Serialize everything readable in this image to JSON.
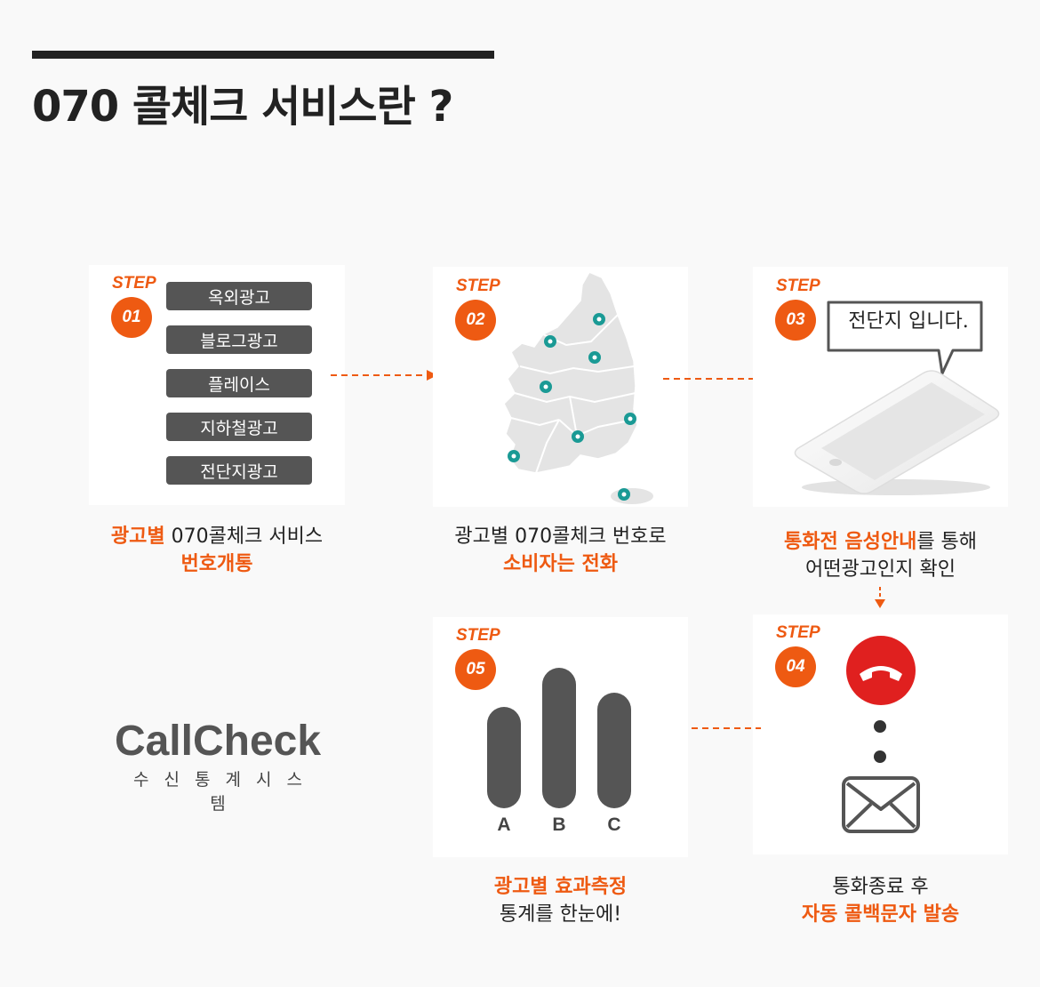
{
  "title": "070 콜체크 서비스란 ?",
  "step_label": "STEP",
  "steps": [
    {
      "num": "01",
      "caption_hl": "광고별",
      "caption_rest": " 070콜체크 서비스",
      "caption_line2": "번호개통"
    },
    {
      "num": "02",
      "caption_line1": "광고별 070콜체크 번호로",
      "caption_line2": "소비자는 전화"
    },
    {
      "num": "03",
      "caption_hl": "통화전 음성안내",
      "caption_rest": "를 통해",
      "caption_line2": "어떤광고인지 확인",
      "speech": "전단지 입니다."
    },
    {
      "num": "04",
      "caption_line1": "통화종료 후",
      "caption_line2": "자동 콜백문자 발송"
    },
    {
      "num": "05",
      "caption_line1": "광고별 효과측정",
      "caption_line2": "통계를 한눈에!"
    }
  ],
  "ad_types": [
    "옥외광고",
    "블로그광고",
    "플레이스",
    "지하철광고",
    "전단지광고"
  ],
  "chart_data": {
    "type": "bar",
    "categories": [
      "A",
      "B",
      "C"
    ],
    "values": [
      0.72,
      1.0,
      0.82
    ]
  },
  "brand": {
    "name": "CallCheck",
    "subtitle": "수신통계시스템"
  },
  "colors": {
    "accent": "#ee5a12",
    "dark": "#555555",
    "red": "#e0201f",
    "teal": "#1a9a95"
  },
  "icons": [
    "arrow-right-icon",
    "arrow-down-icon",
    "arrow-left-icon",
    "phone-hangup-icon",
    "envelope-icon",
    "map-pin-icon",
    "smartphone-icon",
    "speech-bubble-icon"
  ]
}
